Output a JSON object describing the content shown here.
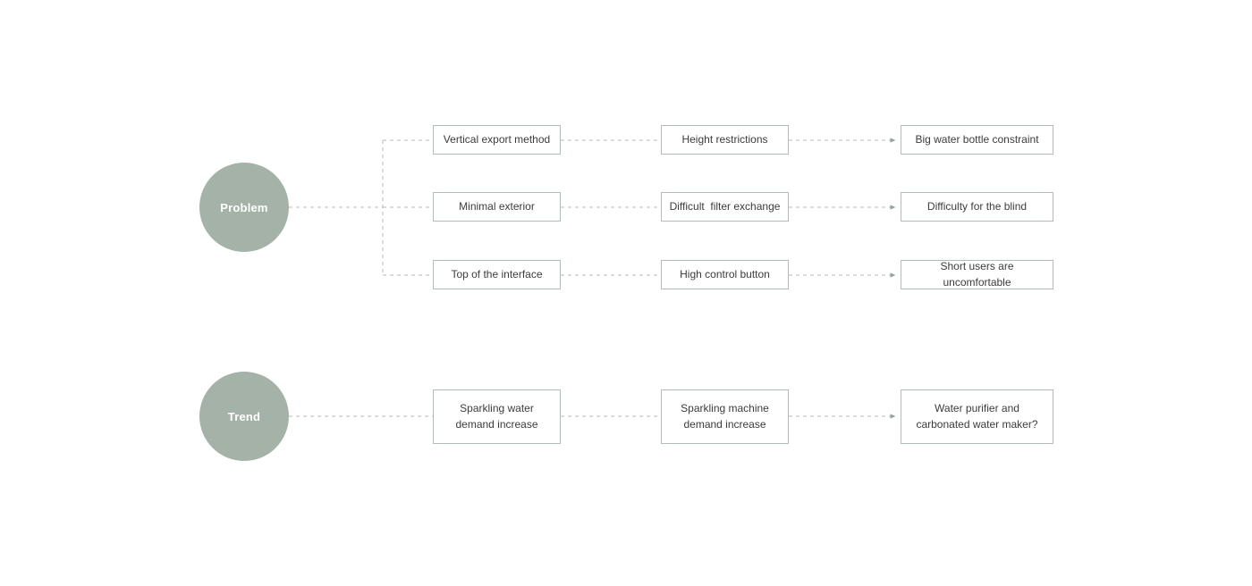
{
  "diagram": {
    "title": "Problem and Trend flow diagram",
    "background_color": "#ffffff",
    "circle_fill_color": "#a4b2a8",
    "circle_text_color": "#ffffff",
    "box_border_color": "#b3bdb7",
    "box_text_color": "#3c3c3c",
    "connector_color": "#b3bdb7",
    "connector_style": "dashed"
  },
  "groups": [
    {
      "id": "problem",
      "root_label": "Problem",
      "rows": [
        {
          "cause": "Vertical export method",
          "effect": "Height restrictions",
          "outcome": "Big water bottle constraint"
        },
        {
          "cause": "Minimal exterior",
          "effect": "Difficult  filter exchange",
          "outcome": "Difficulty for the blind"
        },
        {
          "cause": "Top of the interface",
          "effect": "High control button",
          "outcome": "Short users are uncomfortable"
        }
      ]
    },
    {
      "id": "trend",
      "root_label": "Trend",
      "rows": [
        {
          "cause": "Sparkling water\ndemand increase",
          "effect": "Sparkling machine\ndemand increase",
          "outcome": "Water purifier and\ncarbonated water maker?"
        }
      ]
    }
  ]
}
